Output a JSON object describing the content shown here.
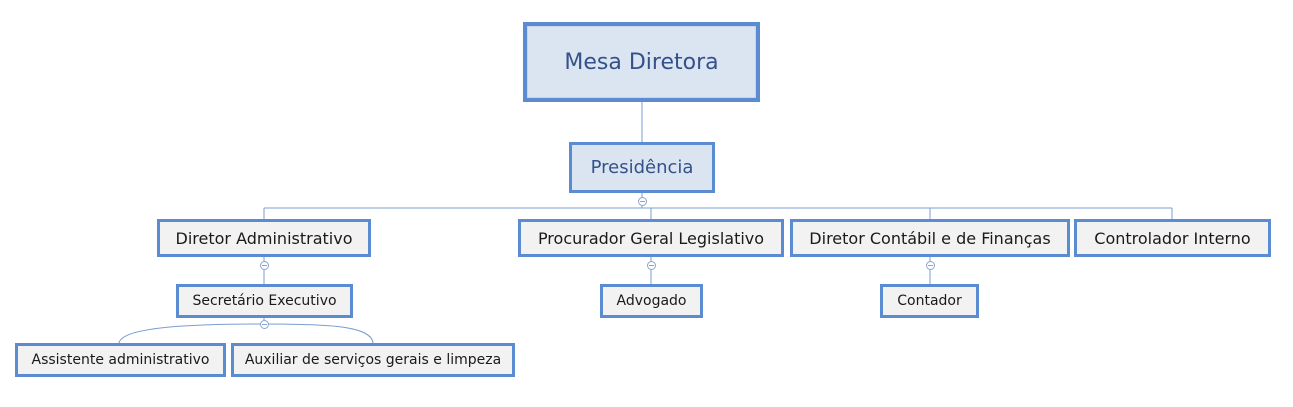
{
  "org_chart": {
    "root": {
      "label": "Mesa Diretora"
    },
    "presidency": {
      "label": "Presidência"
    },
    "directors": {
      "admin": {
        "label": "Diretor Administrativo"
      },
      "legal": {
        "label": "Procurador Geral Legislativo"
      },
      "finance": {
        "label": "Diretor Contábil e de Finanças"
      },
      "control": {
        "label": "Controlador Interno"
      }
    },
    "level3": {
      "secretary": {
        "label": "Secretário Executivo"
      },
      "lawyer": {
        "label": "Advogado"
      },
      "accountant": {
        "label": "Contador"
      }
    },
    "level4": {
      "assistant": {
        "label": "Assistente administrativo"
      },
      "general_services": {
        "label": "Auxiliar de serviços gerais e limpeza"
      }
    }
  },
  "colors": {
    "border_accent": "#5b8bd0",
    "header_fill": "#dbe5f1",
    "leaf_fill": "#f2f2f2",
    "header_text": "#34518a"
  },
  "icons": {
    "collapse": "collapse-minus-icon"
  }
}
